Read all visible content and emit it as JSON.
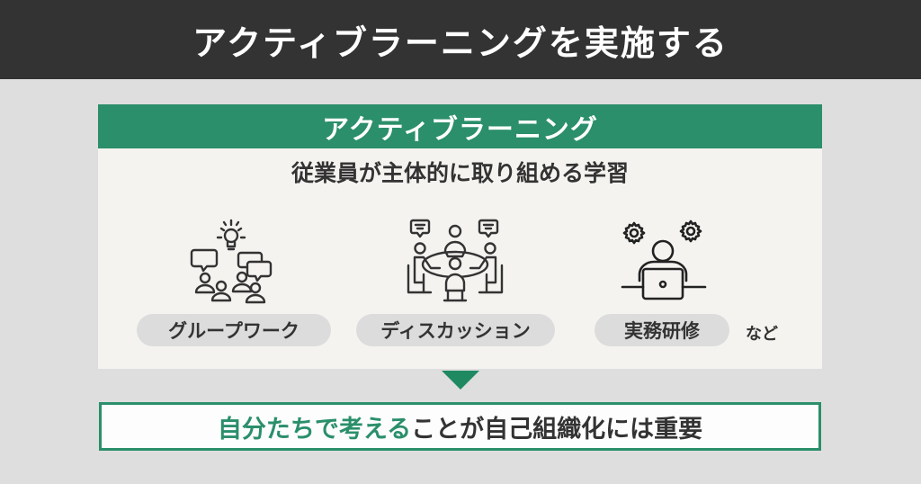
{
  "header": {
    "title": "アクティブラーニングを実施する"
  },
  "card": {
    "heading": "アクティブラーニング",
    "subtitle": "従業員が主体的に取り組める学習",
    "items": [
      {
        "icon": "group-work-icon",
        "label": "グループワーク"
      },
      {
        "icon": "discussion-icon",
        "label": "ディスカッション"
      },
      {
        "icon": "practical-training-icon",
        "label": "実務研修"
      }
    ],
    "etc_label": "など"
  },
  "conclusion": {
    "highlight": "自分たちで考える",
    "rest": "ことが自己組織化には重要"
  },
  "colors": {
    "header_bg": "#333333",
    "accent_green": "#2a8f6a",
    "background": "#dedede",
    "panel_bg": "#f4f3f0",
    "pill_bg": "#dcdcdc"
  }
}
